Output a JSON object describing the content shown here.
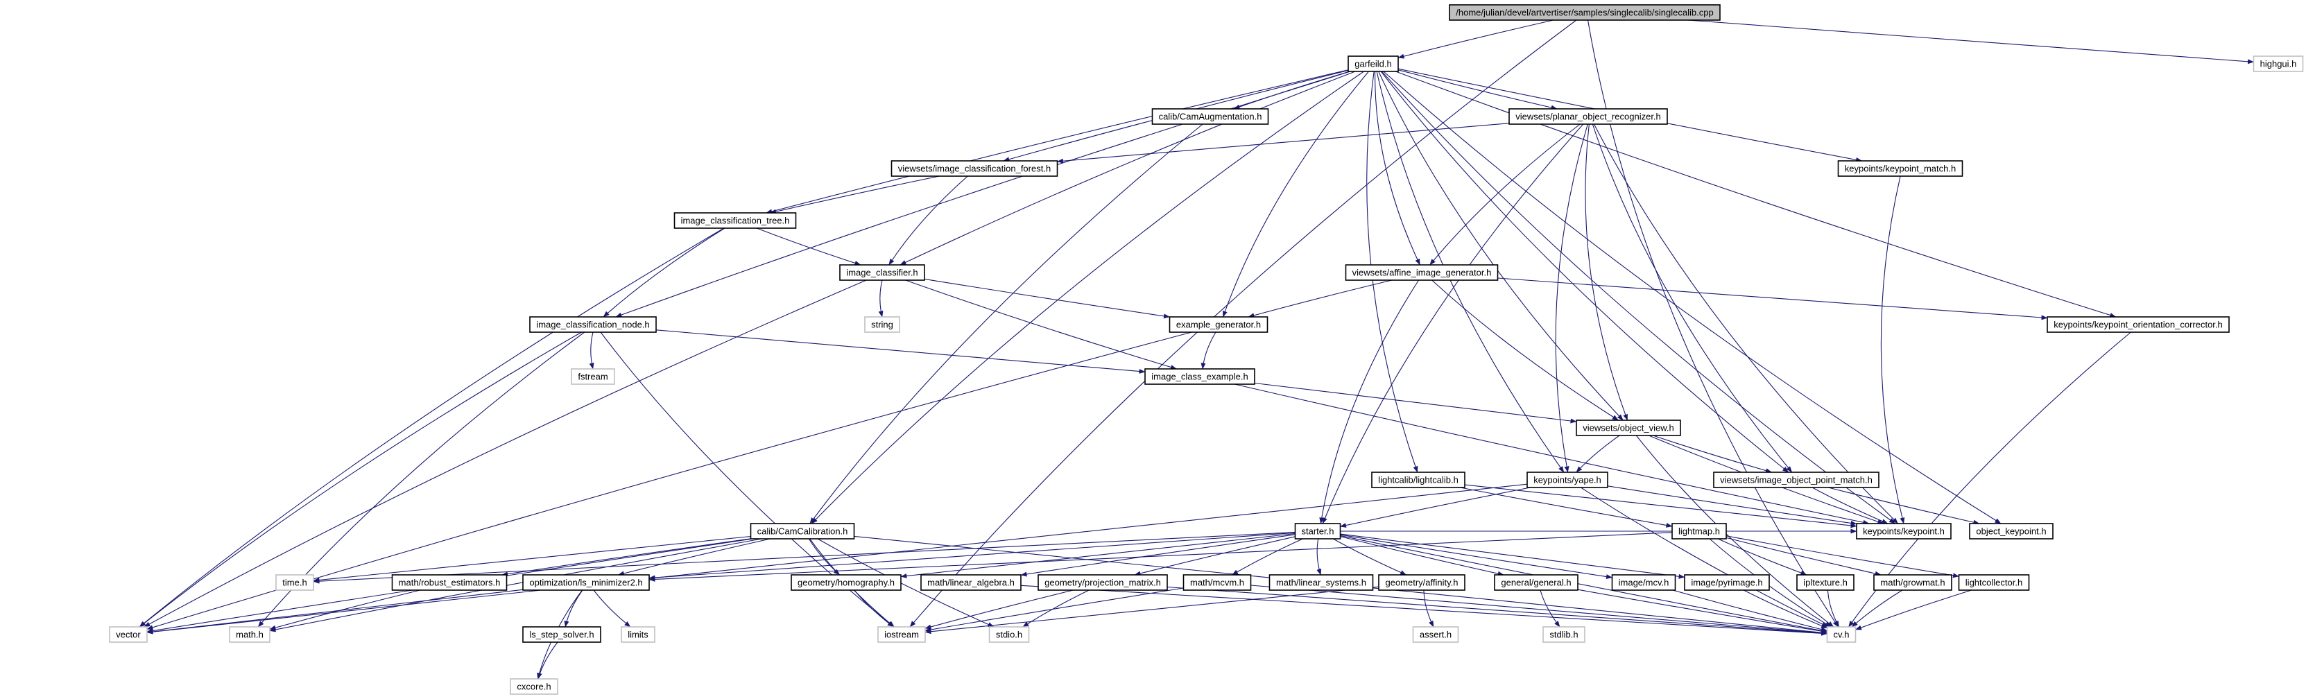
{
  "colors": {
    "root_fill": "#bfbfbf",
    "node_border": "#000000",
    "external_border": "#bfbfbf",
    "edge": "#191970",
    "text": "#000000"
  },
  "nodes": [
    {
      "id": "root",
      "label": "/home/julian/devel/artvertiser/samples/singlecalib/singlecalib.cpp",
      "kind": "root"
    },
    {
      "id": "garfeild",
      "label": "garfeild.h",
      "kind": "documented"
    },
    {
      "id": "highgui",
      "label": "highgui.h",
      "kind": "external"
    },
    {
      "id": "camaug",
      "label": "calib/CamAugmentation.h",
      "kind": "documented"
    },
    {
      "id": "planar",
      "label": "viewsets/planar_object_recognizer.h",
      "kind": "documented"
    },
    {
      "id": "forest",
      "label": "viewsets/image_classification_forest.h",
      "kind": "documented"
    },
    {
      "id": "kpmatch",
      "label": "keypoints/keypoint_match.h",
      "kind": "documented"
    },
    {
      "id": "tree",
      "label": "image_classification_tree.h",
      "kind": "documented"
    },
    {
      "id": "classifier",
      "label": "image_classifier.h",
      "kind": "documented"
    },
    {
      "id": "affine",
      "label": "viewsets/affine_image_generator.h",
      "kind": "documented"
    },
    {
      "id": "string",
      "label": "string",
      "kind": "external"
    },
    {
      "id": "node",
      "label": "image_classification_node.h",
      "kind": "documented"
    },
    {
      "id": "exgen",
      "label": "example_generator.h",
      "kind": "documented"
    },
    {
      "id": "kporient",
      "label": "keypoints/keypoint_orientation_corrector.h",
      "kind": "documented"
    },
    {
      "id": "fstream",
      "label": "fstream",
      "kind": "external"
    },
    {
      "id": "classex",
      "label": "image_class_example.h",
      "kind": "documented"
    },
    {
      "id": "objview",
      "label": "viewsets/object_view.h",
      "kind": "documented"
    },
    {
      "id": "lightcalib",
      "label": "lightcalib/lightcalib.h",
      "kind": "documented"
    },
    {
      "id": "yape",
      "label": "keypoints/yape.h",
      "kind": "documented"
    },
    {
      "id": "iopm",
      "label": "viewsets/image_object_point_match.h",
      "kind": "documented"
    },
    {
      "id": "camcalib",
      "label": "calib/CamCalibration.h",
      "kind": "documented"
    },
    {
      "id": "starter",
      "label": "starter.h",
      "kind": "documented"
    },
    {
      "id": "lightmap",
      "label": "lightmap.h",
      "kind": "documented"
    },
    {
      "id": "keypoint",
      "label": "keypoints/keypoint.h",
      "kind": "documented"
    },
    {
      "id": "objkp",
      "label": "object_keypoint.h",
      "kind": "documented"
    },
    {
      "id": "time",
      "label": "time.h",
      "kind": "external"
    },
    {
      "id": "robust",
      "label": "math/robust_estimators.h",
      "kind": "documented"
    },
    {
      "id": "lsmin",
      "label": "optimization/ls_minimizer2.h",
      "kind": "documented"
    },
    {
      "id": "homog",
      "label": "geometry/homography.h",
      "kind": "documented"
    },
    {
      "id": "linalg",
      "label": "math/linear_algebra.h",
      "kind": "documented"
    },
    {
      "id": "projmat",
      "label": "geometry/projection_matrix.h",
      "kind": "documented"
    },
    {
      "id": "mcvm",
      "label": "math/mcvm.h",
      "kind": "documented"
    },
    {
      "id": "linsys",
      "label": "math/linear_systems.h",
      "kind": "documented"
    },
    {
      "id": "affinity",
      "label": "geometry/affinity.h",
      "kind": "documented"
    },
    {
      "id": "general",
      "label": "general/general.h",
      "kind": "documented"
    },
    {
      "id": "mcv",
      "label": "image/mcv.h",
      "kind": "documented"
    },
    {
      "id": "pyramid",
      "label": "image/pyrimage.h",
      "kind": "documented"
    },
    {
      "id": "ipltexture",
      "label": "ipltexture.h",
      "kind": "documented"
    },
    {
      "id": "growmat",
      "label": "math/growmat.h",
      "kind": "documented"
    },
    {
      "id": "lightcollector",
      "label": "lightcollector.h",
      "kind": "documented"
    },
    {
      "id": "vector",
      "label": "vector",
      "kind": "external"
    },
    {
      "id": "math",
      "label": "math.h",
      "kind": "external"
    },
    {
      "id": "lsstep",
      "label": "ls_step_solver.h",
      "kind": "documented"
    },
    {
      "id": "limits",
      "label": "limits",
      "kind": "external"
    },
    {
      "id": "iostream",
      "label": "iostream",
      "kind": "external"
    },
    {
      "id": "stdio",
      "label": "stdio.h",
      "kind": "external"
    },
    {
      "id": "assert",
      "label": "assert.h",
      "kind": "external"
    },
    {
      "id": "stdlib",
      "label": "stdlib.h",
      "kind": "external"
    },
    {
      "id": "cv",
      "label": "cv.h",
      "kind": "external"
    },
    {
      "id": "cxcore",
      "label": "cxcore.h",
      "kind": "external"
    }
  ],
  "edges": [
    [
      "root",
      "garfeild"
    ],
    [
      "root",
      "highgui"
    ],
    [
      "root",
      "iostream"
    ],
    [
      "root",
      "cv"
    ],
    [
      "garfeild",
      "camaug"
    ],
    [
      "garfeild",
      "planar"
    ],
    [
      "garfeild",
      "forest"
    ],
    [
      "garfeild",
      "kpmatch"
    ],
    [
      "garfeild",
      "tree"
    ],
    [
      "garfeild",
      "classifier"
    ],
    [
      "garfeild",
      "affine"
    ],
    [
      "garfeild",
      "node"
    ],
    [
      "garfeild",
      "exgen"
    ],
    [
      "garfeild",
      "kporient"
    ],
    [
      "garfeild",
      "objview"
    ],
    [
      "garfeild",
      "lightcalib"
    ],
    [
      "garfeild",
      "yape"
    ],
    [
      "garfeild",
      "iopm"
    ],
    [
      "garfeild",
      "camcalib"
    ],
    [
      "garfeild",
      "keypoint"
    ],
    [
      "garfeild",
      "objkp"
    ],
    [
      "camaug",
      "camcalib"
    ],
    [
      "planar",
      "forest"
    ],
    [
      "planar",
      "affine"
    ],
    [
      "planar",
      "objview"
    ],
    [
      "planar",
      "yape"
    ],
    [
      "planar",
      "iopm"
    ],
    [
      "planar",
      "starter"
    ],
    [
      "planar",
      "keypoint"
    ],
    [
      "forest",
      "tree"
    ],
    [
      "forest",
      "classifier"
    ],
    [
      "kpmatch",
      "keypoint"
    ],
    [
      "tree",
      "node"
    ],
    [
      "tree",
      "classifier"
    ],
    [
      "tree",
      "vector"
    ],
    [
      "classifier",
      "string"
    ],
    [
      "classifier",
      "exgen"
    ],
    [
      "classifier",
      "classex"
    ],
    [
      "classifier",
      "vector"
    ],
    [
      "affine",
      "exgen"
    ],
    [
      "affine",
      "objview"
    ],
    [
      "affine",
      "starter"
    ],
    [
      "affine",
      "kporient"
    ],
    [
      "node",
      "fstream"
    ],
    [
      "node",
      "classex"
    ],
    [
      "node",
      "vector"
    ],
    [
      "node",
      "math"
    ],
    [
      "node",
      "iostream"
    ],
    [
      "exgen",
      "classex"
    ],
    [
      "exgen",
      "vector"
    ],
    [
      "kporient",
      "cv"
    ],
    [
      "classex",
      "objview"
    ],
    [
      "classex",
      "keypoint"
    ],
    [
      "objview",
      "yape"
    ],
    [
      "objview",
      "iopm"
    ],
    [
      "objview",
      "keypoint"
    ],
    [
      "objview",
      "cv"
    ],
    [
      "lightcalib",
      "lightmap"
    ],
    [
      "lightcalib",
      "keypoint"
    ],
    [
      "yape",
      "starter"
    ],
    [
      "yape",
      "keypoint"
    ],
    [
      "yape",
      "vector"
    ],
    [
      "yape",
      "cv"
    ],
    [
      "iopm",
      "keypoint"
    ],
    [
      "iopm",
      "objkp"
    ],
    [
      "camcalib",
      "time"
    ],
    [
      "camcalib",
      "robust"
    ],
    [
      "camcalib",
      "lsmin"
    ],
    [
      "camcalib",
      "homog"
    ],
    [
      "camcalib",
      "vector"
    ],
    [
      "camcalib",
      "math"
    ],
    [
      "camcalib",
      "iostream"
    ],
    [
      "camcalib",
      "stdio"
    ],
    [
      "camcalib",
      "cv"
    ],
    [
      "starter",
      "homog"
    ],
    [
      "starter",
      "linalg"
    ],
    [
      "starter",
      "projmat"
    ],
    [
      "starter",
      "mcvm"
    ],
    [
      "starter",
      "linsys"
    ],
    [
      "starter",
      "affinity"
    ],
    [
      "starter",
      "general"
    ],
    [
      "starter",
      "mcv"
    ],
    [
      "starter",
      "pyramid"
    ],
    [
      "starter",
      "lsmin"
    ],
    [
      "starter",
      "time"
    ],
    [
      "starter",
      "keypoint"
    ],
    [
      "starter",
      "cv"
    ],
    [
      "lightmap",
      "ipltexture"
    ],
    [
      "lightmap",
      "growmat"
    ],
    [
      "lightmap",
      "lightcollector"
    ],
    [
      "lightmap",
      "lsmin"
    ],
    [
      "lightmap",
      "cv"
    ],
    [
      "robust",
      "math"
    ],
    [
      "lsmin",
      "lsstep"
    ],
    [
      "lsmin",
      "limits"
    ],
    [
      "lsmin",
      "vector"
    ],
    [
      "lsmin",
      "cxcore"
    ],
    [
      "homog",
      "iostream"
    ],
    [
      "linalg",
      "cv"
    ],
    [
      "projmat",
      "stdio"
    ],
    [
      "projmat",
      "iostream"
    ],
    [
      "projmat",
      "cv"
    ],
    [
      "mcvm",
      "cv"
    ],
    [
      "mcvm",
      "iostream"
    ],
    [
      "affinity",
      "assert"
    ],
    [
      "affinity",
      "iostream"
    ],
    [
      "general",
      "stdlib"
    ],
    [
      "general",
      "cv"
    ],
    [
      "mcv",
      "cv"
    ],
    [
      "pyramid",
      "cv"
    ],
    [
      "ipltexture",
      "cv"
    ],
    [
      "growmat",
      "cv"
    ],
    [
      "lightcollector",
      "cv"
    ],
    [
      "lsstep",
      "cxcore"
    ]
  ]
}
